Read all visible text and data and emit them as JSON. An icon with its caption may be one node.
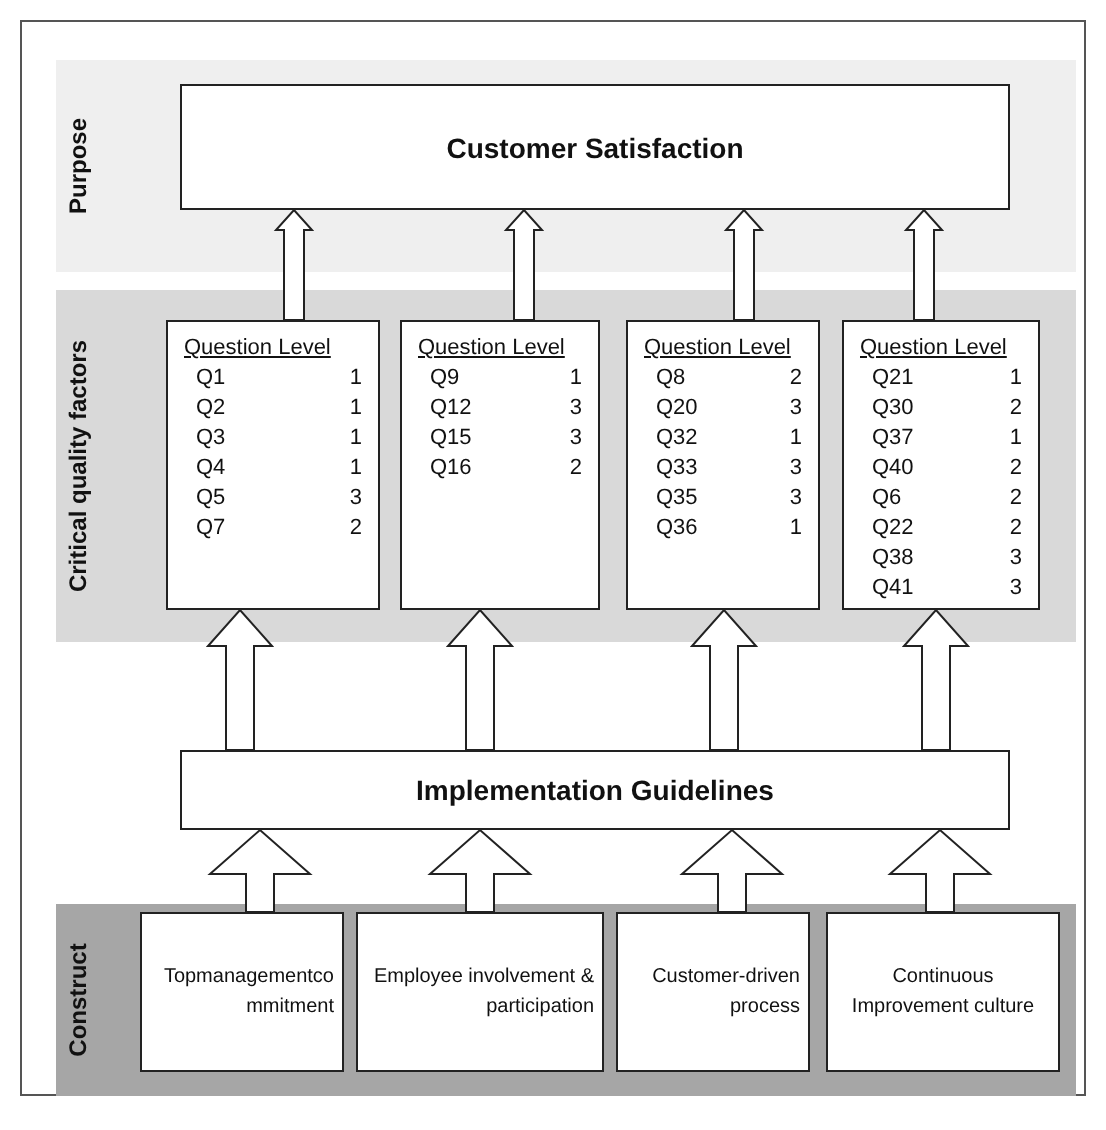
{
  "diagram": {
    "nodes": [
      {
        "text": [
          "Purpose"
        ]
      },
      {
        "text": [
          "Customer Satisfaction"
        ],
        "in": 0
      },
      {
        "text": [
          "Critical quality factors"
        ]
      },
      {
        "text": [
          "Question Level",
          "Q1",
          "1",
          "Q2",
          "1",
          "Q3",
          "1",
          "Q4",
          "1",
          "Q5",
          "3",
          "Q7",
          "2"
        ],
        "in": 2
      },
      {
        "text": [
          "Question Level",
          "Q9",
          "1",
          "Q12",
          "3",
          "Q15",
          "3",
          "Q16",
          "2"
        ],
        "in": 2
      },
      {
        "text": [
          "Question Level",
          "Q8",
          "2",
          "Q20",
          "3",
          "Q32",
          "1",
          "Q33",
          "3",
          "Q35",
          "3",
          "Q36",
          "1"
        ],
        "in": 2
      },
      {
        "text": [
          "Question Level",
          "Q21",
          "1",
          "Q30",
          "2",
          "Q37",
          "1",
          "Q40",
          "2",
          "Q6",
          "2",
          "Q22",
          "2",
          "Q38",
          "3",
          "Q41",
          "3"
        ],
        "in": 2
      },
      {
        "text": [
          "Implementation Guidelines"
        ]
      },
      {
        "text": [
          "Construct"
        ]
      },
      {
        "text": [
          "Topmanagementco mmitment"
        ],
        "in": 8
      },
      {
        "text": [
          "Employee involvement & participation"
        ],
        "in": 8
      },
      {
        "text": [
          "Customer-driven process"
        ],
        "in": 8
      },
      {
        "text": [
          "Continuous Improvement culture"
        ],
        "in": 8
      }
    ],
    "edges": [
      {
        "from": 3,
        "to": 1,
        "arrow": "to"
      },
      {
        "from": 4,
        "to": 1,
        "arrow": "to"
      },
      {
        "from": 5,
        "to": 1,
        "arrow": "to"
      },
      {
        "from": 6,
        "to": 1,
        "arrow": "to"
      },
      {
        "from": 7,
        "to": 3,
        "arrow": "to"
      },
      {
        "from": 7,
        "to": 4,
        "arrow": "to"
      },
      {
        "from": 7,
        "to": 5,
        "arrow": "to"
      },
      {
        "from": 7,
        "to": 6,
        "arrow": "to"
      },
      {
        "from": 9,
        "to": 7,
        "arrow": "to"
      },
      {
        "from": 10,
        "to": 7,
        "arrow": "to"
      },
      {
        "from": 11,
        "to": 7,
        "arrow": "to"
      },
      {
        "from": 12,
        "to": 7,
        "arrow": "to"
      }
    ]
  }
}
